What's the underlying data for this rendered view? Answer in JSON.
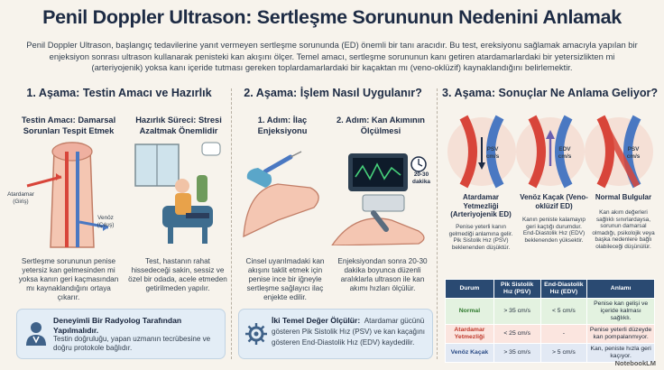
{
  "title": "Penil Doppler Ultrason: Sertleşme Sorununun Nedenini Anlamak",
  "intro": "Penil Doppler Ultrason, başlangıç tedavilerine yanıt vermeyen sertleşme sorununda (ED) önemli bir tanı aracıdır. Bu test, ereksiyonu sağlamak amacıyla yapılan bir enjeksiyon sonrası ultrason kullanarak penisteki kan akışını ölçer. Temel amacı, sertleşme sorununun kanı getiren atardamarlardaki bir yetersizlikten mi (arteriyojenik) yoksa kanı içeride tutması gereken toplardamarlardaki bir kaçaktan mı (veno-oklüzif) kaynaklandığını belirlemektir.",
  "section1": {
    "heading": "1. Aşama: Testin Amacı ve Hazırlık",
    "purpose_title": "Testin Amacı: Damarsal Sorunları Tespit Etmek",
    "prep_title": "Hazırlık Süreci: Stresi Azaltmak Önemlidir",
    "artery_label": "Atardamar (Giriş)",
    "vein_label": "Venöz (Çıkış)",
    "purpose_text": "Sertleşme sorununun penise yetersiz kan gelmesinden mi yoksa kanın geri kaçmasından mı kaynaklandığını ortaya çıkarır.",
    "prep_text": "Test, hastanın rahat hissedeceği sakin, sessiz ve özel bir odada, acele etmeden getirilmeden yapılır.",
    "note_title": "Deneyimli Bir Radyolog Tarafından Yapılmalıdır.",
    "note_text": "Testin doğruluğu, yapan uzmanın tecrübesine ve doğru protokole bağlıdır."
  },
  "section2": {
    "heading": "2. Aşama: İşlem Nasıl Uygulanır?",
    "step1_title": "1. Adım: İlaç Enjeksiyonu",
    "step2_title": "2. Adım: Kan Akımının Ölçülmesi",
    "duration_label": "20-30 dakika",
    "step1_text": "Cinsel uyarılmadaki kan akışını taklit etmek için penise ince bir iğneyle sertleşme sağlayıcı ilaç enjekte edilir.",
    "step2_text": "Enjeksiyondan sonra 20-30 dakika boyunca düzenli aralıklarla ultrason ile kan akımı hızları ölçülür.",
    "note_title": "İki Temel Değer Ölçülür:",
    "note_text": "Atardamar gücünü gösteren Pik Sistolik Hız (PSV) ve kan kaçağını gösteren End-Diastolik Hız (EDV) kaydedilir."
  },
  "section3": {
    "heading": "3. Aşama: Sonuçlar Ne Anlama Geliyor?",
    "psv_label": "PSV cm/s",
    "edv_label": "EDV cm/s",
    "psv_label2": "PSV cm/s",
    "cards": [
      {
        "title": "Atardamar Yetmezliği (Arteriyojenik ED)",
        "text": "Penise yeterli kanın gelmediği anlamına gelir. Pik Sistolik Hız (PSV) beklenenden düşüktür."
      },
      {
        "title": "Venöz Kaçak (Veno-oklüzif ED)",
        "text": "Kanın peniste kalamayıp geri kaçtığı durumdur. End-Diastolik Hız (EDV) beklenenden yüksektir."
      },
      {
        "title": "Normal Bulgular",
        "text": "Kan akım değerleri sağlıklı sınırlardaysa, sorunun damarsal olmadığı, psikolojik veya başka nedenlere bağlı olabileceği düşünülür."
      }
    ],
    "table": {
      "headers": [
        "Durum",
        "Pik Sistolik Hız (PSV)",
        "End-Diastolik Hız (EDV)",
        "Anlamı"
      ],
      "rows": [
        [
          "Normal",
          "> 35 cm/s",
          "< 5 cm/s",
          "Penise kan gelişi ve içeride kalması sağlıklı."
        ],
        [
          "Atardamar Yetmezliği",
          "< 25 cm/s",
          "-",
          "Penise yeterli düzeyde kan pompalanmıyor."
        ],
        [
          "Venöz Kaçak",
          "> 35 cm/s",
          "> 5 cm/s",
          "Kan, peniste hızla geri kaçıyor."
        ]
      ]
    }
  },
  "brand": "NotebookLM",
  "colors": {
    "navy": "#1d2b44",
    "artery_red": "#d8453a",
    "vein_blue": "#4a78c2",
    "note_bg": "#e3edf6"
  }
}
